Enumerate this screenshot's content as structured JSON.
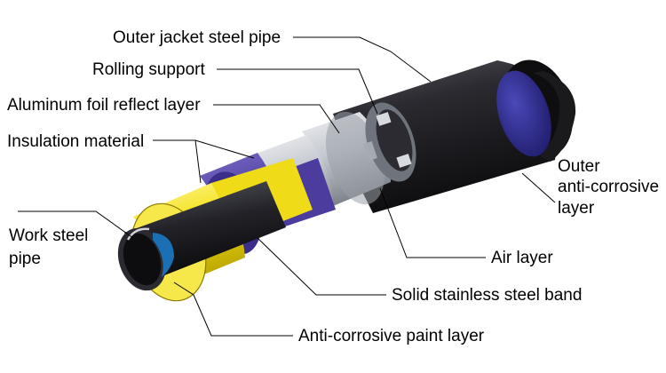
{
  "labels": {
    "outer_jacket": "Outer jacket steel pipe",
    "rolling_support": "Rolling support",
    "aluminum_foil": "Aluminum foil reflect layer",
    "insulation": "Insulation material",
    "work_pipe_line1": "Work steel",
    "work_pipe_line2": "pipe",
    "outer_anticorr_line1": "Outer",
    "outer_anticorr_line2": "anti-corrosive",
    "outer_anticorr_line3": "layer",
    "air_layer": "Air layer",
    "steel_band": "Solid stainless steel band",
    "anticorr_paint": "Anti-corrosive paint layer"
  },
  "colors": {
    "jacket_dark": "#141416",
    "jacket_mid": "#3a3a40",
    "outer_coating": "#2c2a86",
    "insulation_purple": "#5a4aa8",
    "insulation_yellow": "#f3e21e",
    "foil_silver": "#c9cdd3",
    "work_pipe": "#1d1d22",
    "paint_blue": "#1b6fb5"
  }
}
